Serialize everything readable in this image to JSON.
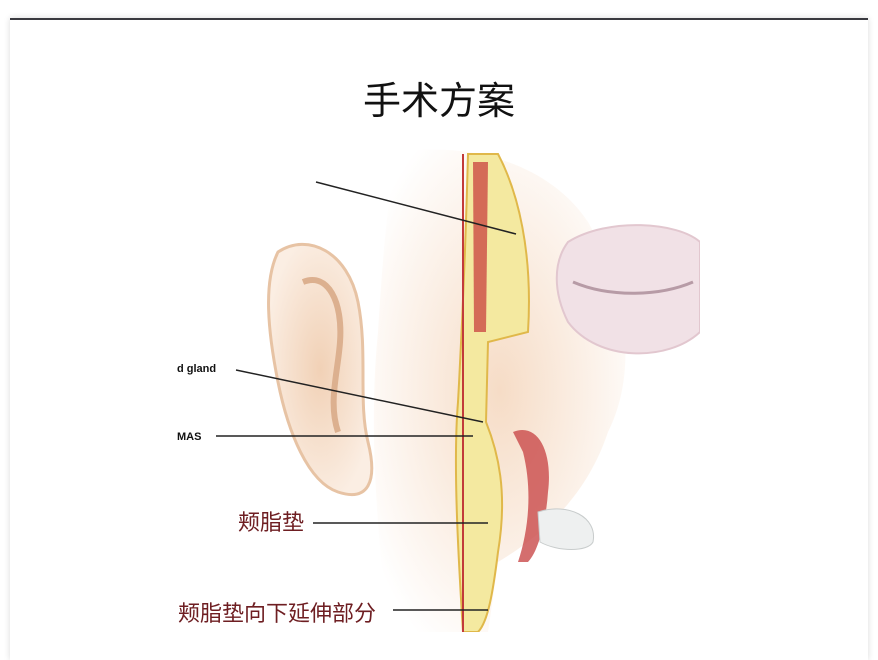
{
  "slide": {
    "title": "手术方案",
    "figure": {
      "labels": {
        "gland": "d gland",
        "smas": "MAS",
        "buccal_fat_pad": "颊脂垫",
        "buccal_fat_extension": "颊脂垫向下延伸部分"
      }
    }
  }
}
